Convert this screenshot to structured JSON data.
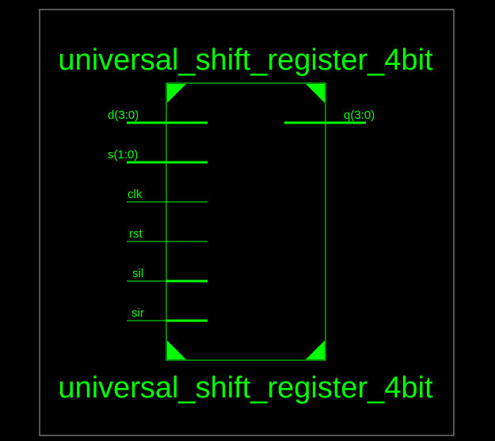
{
  "theme": {
    "background": "#000000",
    "frame": "#aaaaaa",
    "schematic": "#00ff00"
  },
  "symbol": {
    "title_top": "universal_shift_register_4bit",
    "title_bottom": "universal_shift_register_4bit",
    "inputs": [
      {
        "label": "d(3:0)",
        "bus": true
      },
      {
        "label": "s(1:0)",
        "bus": true
      },
      {
        "label": "clk",
        "bus": false
      },
      {
        "label": "rst",
        "bus": false
      },
      {
        "label": "sil",
        "bus": true
      },
      {
        "label": "sir",
        "bus": true
      }
    ],
    "outputs": [
      {
        "label": "q(3:0)",
        "bus": true
      }
    ]
  }
}
